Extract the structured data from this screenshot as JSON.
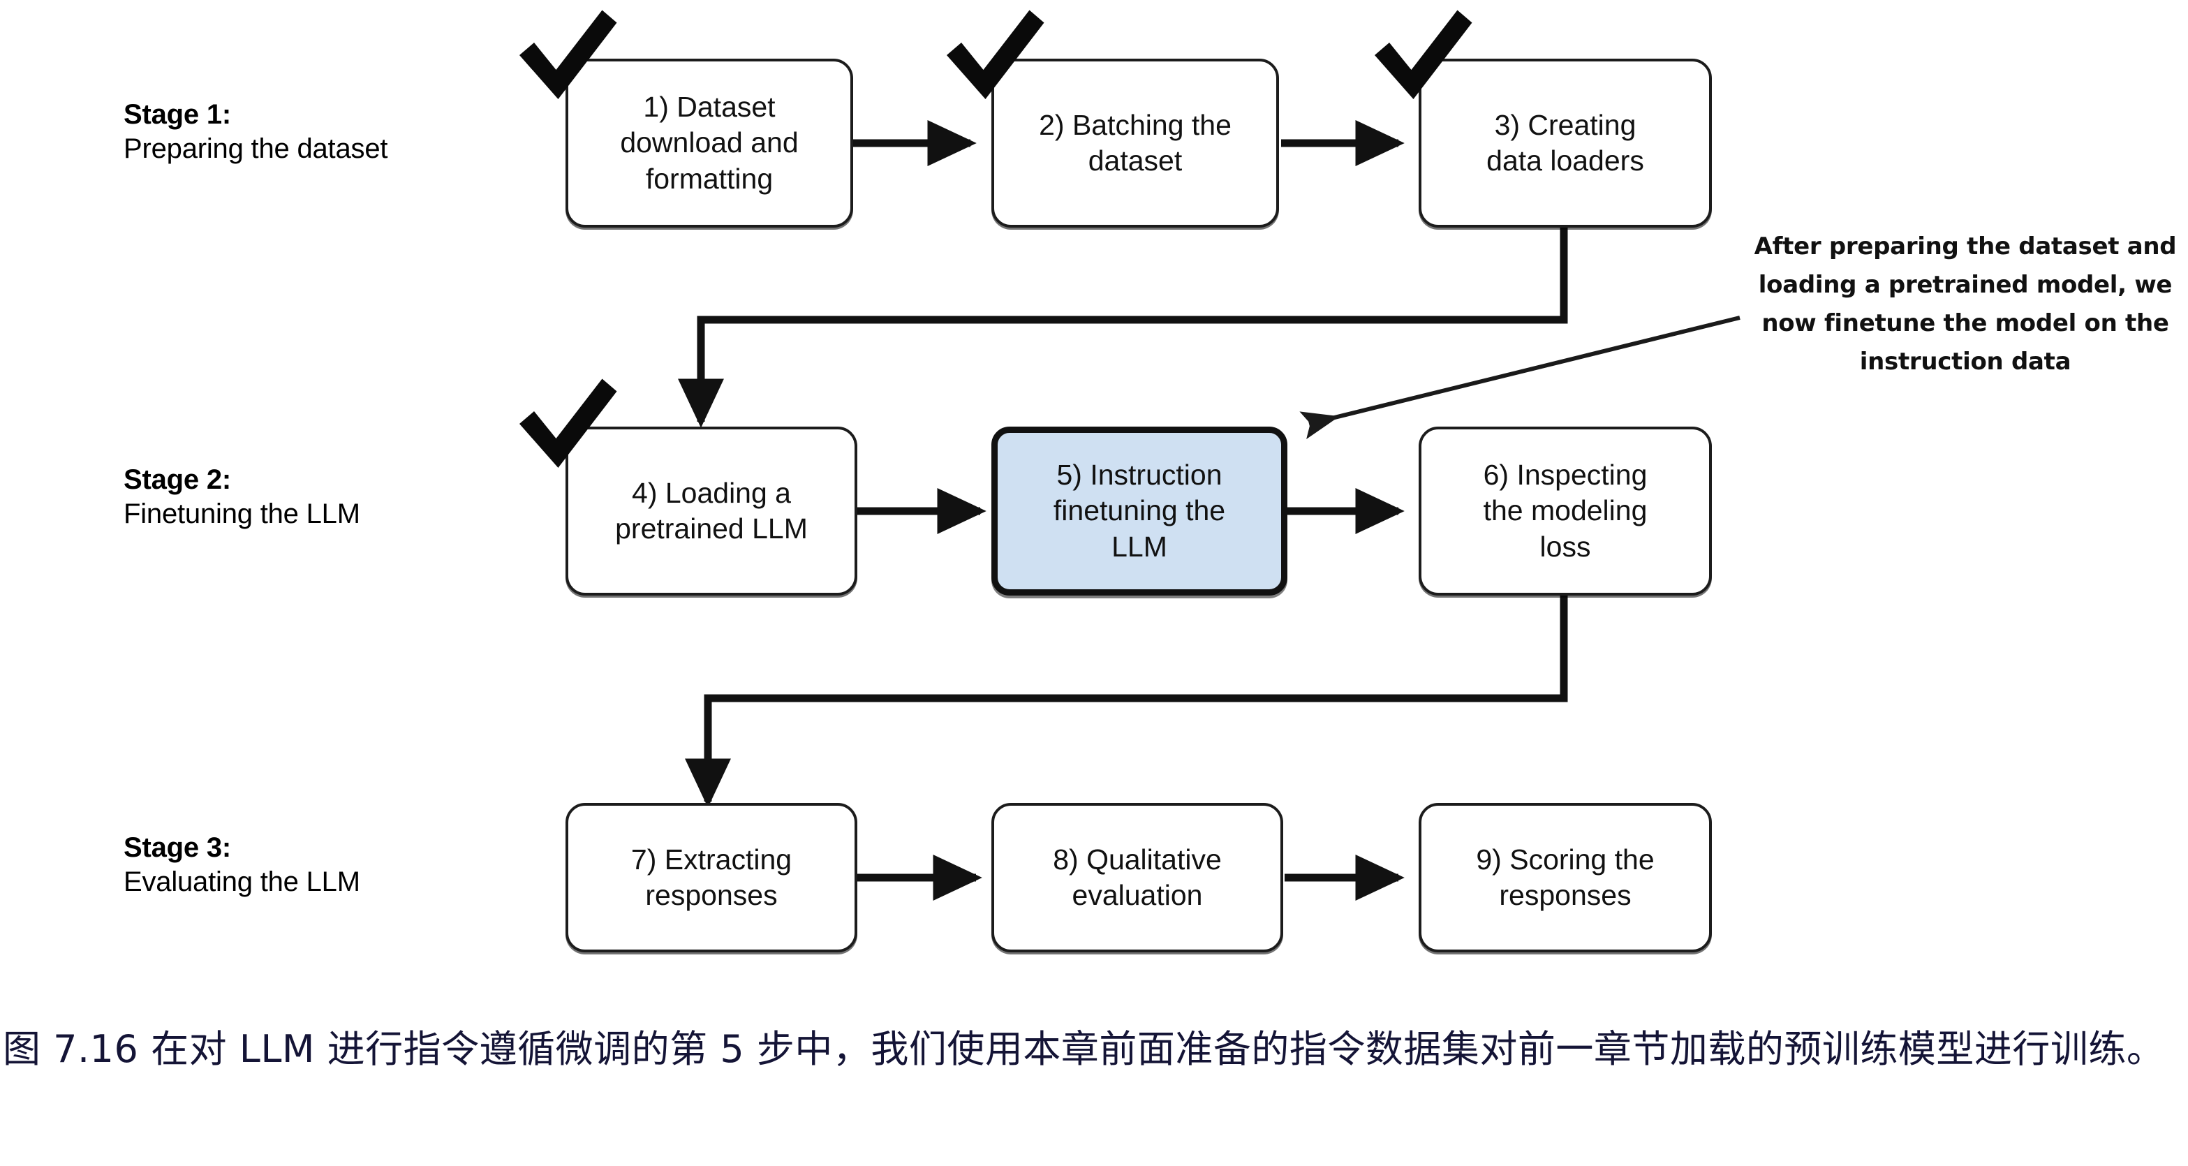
{
  "figure": {
    "caption": "图 7.16 在对 LLM 进行指令遵循微调的第 5 步中，我们使用本章前面准备的指令数据集对前一章节加载的预训练模型进行训练。"
  },
  "annotation": {
    "text": "After preparing the dataset and\nloading a pretrained model, we\nnow finetune the model on the\ninstruction data"
  },
  "colors": {
    "highlight_fill": "#cfe0f2",
    "box_border": "#1c1c1c",
    "caption_text": "#141436",
    "ink": "#111111"
  },
  "stages": [
    {
      "title": "Stage 1:",
      "subtitle": "Preparing the dataset",
      "steps": [
        {
          "id": "step-1",
          "label": "1) Dataset\ndownload and\nformatting",
          "checked": true,
          "highlight": false
        },
        {
          "id": "step-2",
          "label": "2) Batching the\ndataset",
          "checked": true,
          "highlight": false
        },
        {
          "id": "step-3",
          "label": "3) Creating\ndata loaders",
          "checked": true,
          "highlight": false
        }
      ]
    },
    {
      "title": "Stage 2:",
      "subtitle": "Finetuning the LLM",
      "steps": [
        {
          "id": "step-4",
          "label": "4) Loading a\npretrained LLM",
          "checked": true,
          "highlight": false
        },
        {
          "id": "step-5",
          "label": "5) Instruction\nfinetuning the\nLLM",
          "checked": false,
          "highlight": true
        },
        {
          "id": "step-6",
          "label": "6) Inspecting\nthe modeling\nloss",
          "checked": false,
          "highlight": false
        }
      ]
    },
    {
      "title": "Stage 3:",
      "subtitle": "Evaluating the LLM",
      "steps": [
        {
          "id": "step-7",
          "label": "7) Extracting\nresponses",
          "checked": false,
          "highlight": false
        },
        {
          "id": "step-8",
          "label": "8) Qualitative\nevaluation",
          "checked": false,
          "highlight": false
        },
        {
          "id": "step-9",
          "label": "9) Scoring the\nresponses",
          "checked": false,
          "highlight": false
        }
      ]
    }
  ],
  "icons": {
    "check": "check-icon",
    "arrow_right": "arrow-right-icon",
    "elbow_connector": "elbow-connector-icon",
    "annotation_pointer": "annotation-pointer-icon"
  }
}
